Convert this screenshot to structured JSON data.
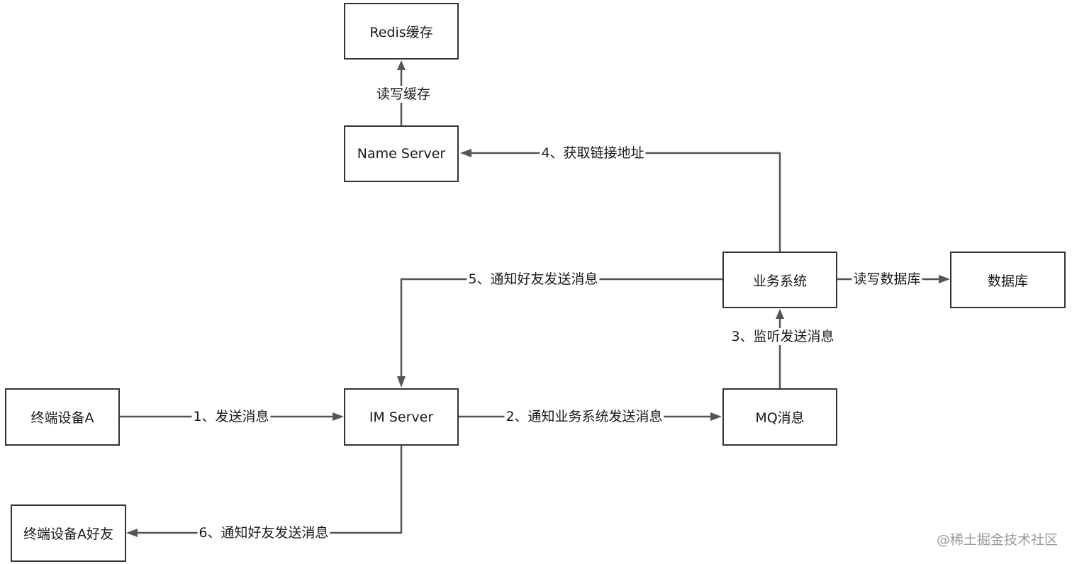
{
  "nodes": {
    "redis_cache": "Redis缓存",
    "name_server": "Name Server",
    "business_system": "业务系统",
    "database": "数据库",
    "im_server": "IM Server",
    "mq": "MQ消息",
    "terminal_a": "终端设备A",
    "terminal_a_friend": "终端设备A好友"
  },
  "edges": {
    "rw_cache": "读写缓存",
    "get_link_address": "4、获取链接地址",
    "notify_friend_send": "5、通知好友发送消息",
    "rw_database": "读写数据库",
    "listen_send": "3、监听发送消息",
    "send_message": "1、发送消息",
    "notify_business_send": "2、通知业务系统发送消息",
    "notify_friend_send_final": "6、通知好友发送消息"
  },
  "watermark": "@稀土掘金技术社区",
  "colors": {
    "box_border": "#333333",
    "connector": "#555555",
    "watermark": "#9a9a9a"
  }
}
